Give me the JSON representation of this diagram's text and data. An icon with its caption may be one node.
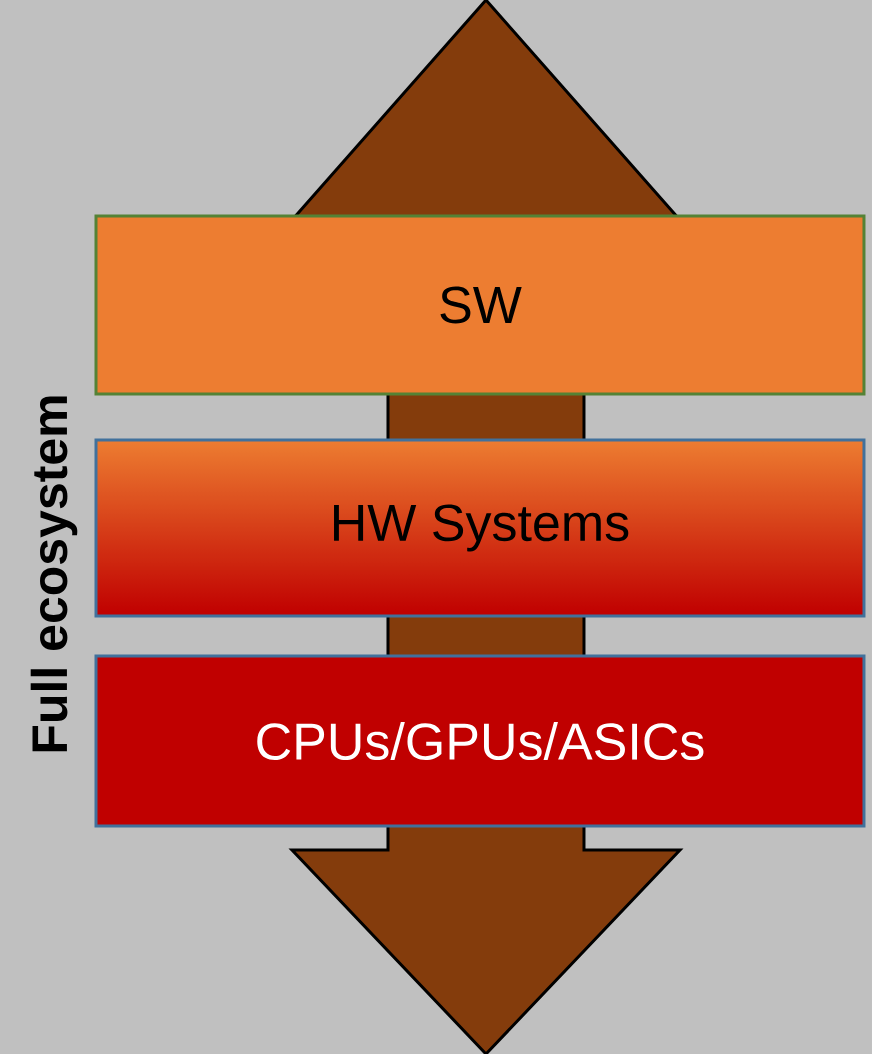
{
  "diagram": {
    "nodes": [
      {
        "text": [
          "SW"
        ]
      },
      {
        "text": [
          "HW Systems"
        ]
      },
      {
        "text": [
          "CPUs/GPUs/ASICs"
        ]
      }
    ],
    "labels": [
      "Full ecosystem"
    ]
  }
}
